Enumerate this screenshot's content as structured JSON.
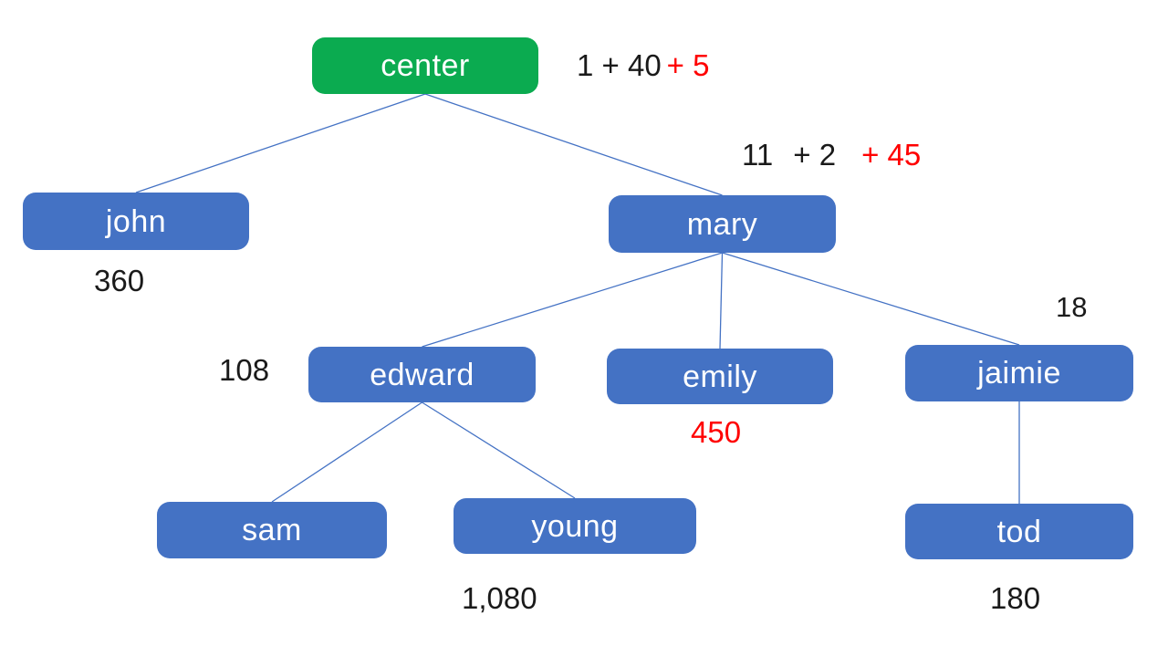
{
  "colors": {
    "background": "#ffffff",
    "node_fill_blue": "#4472c4",
    "node_fill_green": "#0bab50",
    "node_text": "#ffffff",
    "connector": "#4472c4",
    "annotation_black": "#1a1a1a",
    "annotation_red": "#ff0000"
  },
  "nodes": {
    "center": {
      "label": "center",
      "color": "green"
    },
    "john": {
      "label": "john",
      "color": "blue"
    },
    "mary": {
      "label": "mary",
      "color": "blue"
    },
    "edward": {
      "label": "edward",
      "color": "blue"
    },
    "emily": {
      "label": "emily",
      "color": "blue"
    },
    "jaimie": {
      "label": "jaimie",
      "color": "blue"
    },
    "sam": {
      "label": "sam",
      "color": "blue"
    },
    "young": {
      "label": "young",
      "color": "blue"
    },
    "tod": {
      "label": "tod",
      "color": "blue"
    }
  },
  "edges": [
    {
      "from": "center",
      "to": "john"
    },
    {
      "from": "center",
      "to": "mary"
    },
    {
      "from": "mary",
      "to": "edward"
    },
    {
      "from": "mary",
      "to": "emily"
    },
    {
      "from": "mary",
      "to": "jaimie"
    },
    {
      "from": "edward",
      "to": "sam"
    },
    {
      "from": "edward",
      "to": "young"
    },
    {
      "from": "jaimie",
      "to": "tod"
    }
  ],
  "annotations": {
    "center_formula": {
      "black": "1 + 40",
      "red": "+ 5"
    },
    "mary_formula": {
      "black_1": "11",
      "black_2": "+ 2",
      "red": "+ 45"
    },
    "john_value": "360",
    "edward_value": "108",
    "emily_value": "450",
    "jaimie_value": "18",
    "young_value": "1,080",
    "tod_value": "180"
  }
}
